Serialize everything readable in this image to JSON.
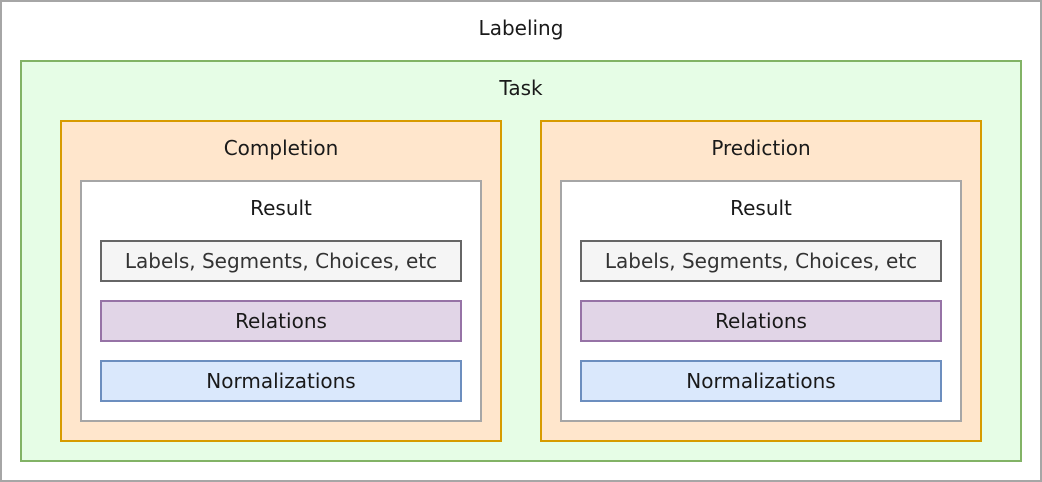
{
  "labeling": {
    "title": "Labeling",
    "colors": {
      "border": "#a6a6a6",
      "fill": "#ffffff"
    }
  },
  "task": {
    "title": "Task",
    "colors": {
      "border": "#82b366",
      "fill": "#e6fde6"
    }
  },
  "completion": {
    "title": "Completion",
    "result": {
      "title": "Result",
      "items": [
        {
          "label": "Labels, Segments, Choices, etc"
        },
        {
          "label": "Relations"
        },
        {
          "label": "Normalizations"
        }
      ]
    }
  },
  "prediction": {
    "title": "Prediction",
    "result": {
      "title": "Result",
      "items": [
        {
          "label": "Labels, Segments, Choices, etc"
        },
        {
          "label": "Relations"
        },
        {
          "label": "Normalizations"
        }
      ]
    }
  },
  "palette": {
    "container_border": "#d79b00",
    "container_fill": "#ffe6cc",
    "result_border": "#a6a6a6",
    "result_fill": "#ffffff",
    "labels_border": "#666666",
    "labels_fill": "#f5f5f5",
    "relations_border": "#9673a6",
    "relations_fill": "#e1d5e7",
    "normalizations_border": "#6c8ebf",
    "normalizations_fill": "#dae8fc"
  }
}
